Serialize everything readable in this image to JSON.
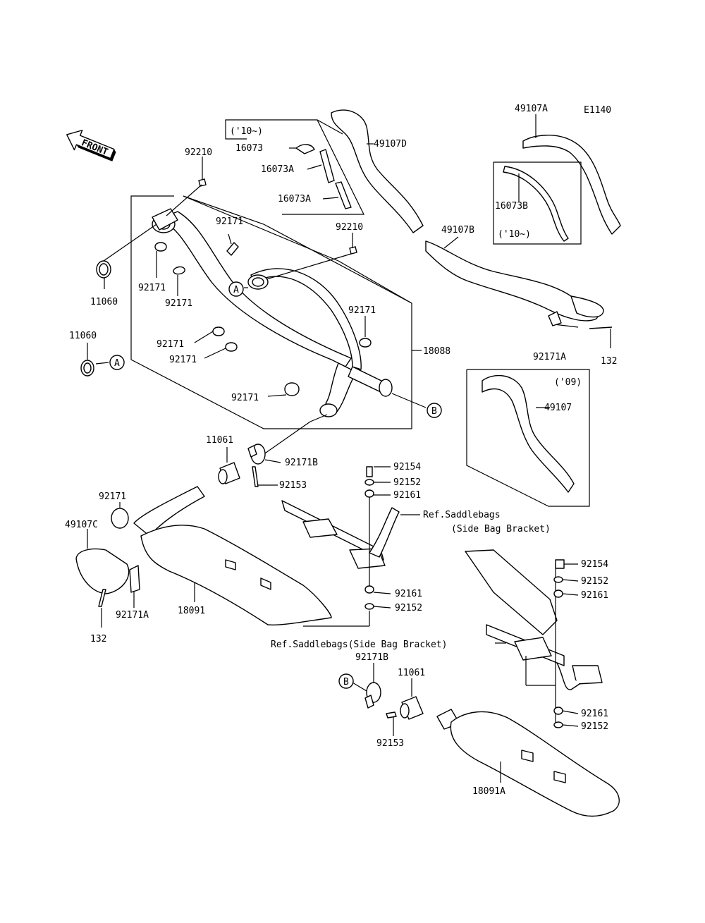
{
  "diagram_code": "E1140",
  "front_marker": "FRONT",
  "callouts": {
    "A": "A",
    "B": "B"
  },
  "labels": {
    "p92210_top": "92210",
    "p92210_mid": "92210",
    "p11060_top": "11060",
    "p11060_bot": "11060",
    "p92171_a": "92171",
    "p92171_b": "92171",
    "p92171_c": "92171",
    "p92171_d": "92171",
    "p92171_e": "92171",
    "p92171_f": "92171",
    "p92171_g": "92171",
    "p92171_h": "92171",
    "p18088": "18088",
    "p10_upper": "('10~)",
    "p16073": "16073",
    "p16073A_1": "16073A",
    "p16073A_2": "16073A",
    "p49107D": "49107D",
    "p49107A": "49107A",
    "p16073B": "16073B",
    "p10_right": "('10~)",
    "p49107B": "49107B",
    "p92171A_top": "92171A",
    "p132_top": "132",
    "p09": "('09)",
    "p49107": "49107",
    "p11061_top": "11061",
    "p92171B_top": "92171B",
    "p92153_top": "92153",
    "p92154_top": "92154",
    "p92152_top": "92152",
    "p92161_top": "92161",
    "ref_saddle_1": "Ref.Saddlebags",
    "ref_saddle_1b": "(Side Bag Bracket)",
    "p49107C": "49107C",
    "p92171A_bot": "92171A",
    "p132_bot": "132",
    "p18091": "18091",
    "p92161_mid": "92161",
    "p92152_mid": "92152",
    "p92154_right": "92154",
    "p92152_right": "92152",
    "p92161_right": "92161",
    "ref_saddle_2": "Ref.Saddlebags(Side Bag Bracket)",
    "p92171B_bot": "92171B",
    "p11061_bot": "11061",
    "p92153_bot": "92153",
    "p92161_low": "92161",
    "p92152_low": "92152",
    "p18091A": "18091A"
  }
}
